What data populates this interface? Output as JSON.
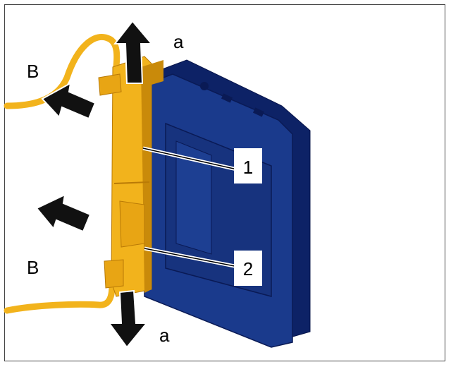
{
  "figure": {
    "labels": {
      "a_top": "a",
      "a_bottom": "a",
      "b_top": "B",
      "b_bottom": "B"
    },
    "callouts": [
      {
        "number": "1"
      },
      {
        "number": "2"
      }
    ]
  },
  "colors": {
    "module_body": "#1a3a8c",
    "module_dark": "#0d2266",
    "bracket": "#f2b31c",
    "bracket_shade": "#c98a0a",
    "cable": "#f2b31c",
    "arrow": "#111111",
    "frame": "#444444"
  },
  "icons": [
    "direction-arrow-icon"
  ]
}
